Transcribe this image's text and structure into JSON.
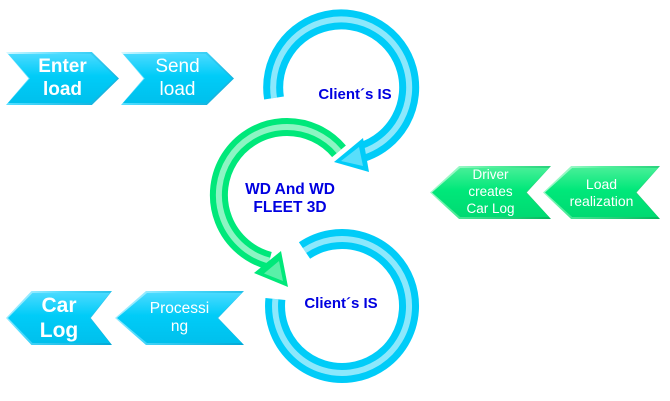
{
  "background": "#ffffff",
  "colors": {
    "cyan": "#00ccf8",
    "cyan_highlight": "#9beeff",
    "green": "#00e87a",
    "green_highlight": "#a9f8cb",
    "label_blue": "#0000e0",
    "arrow_text": "#ffffff"
  },
  "process_arrows": {
    "enter_load": {
      "label": "Enter\nload"
    },
    "send_load": {
      "label": "Send\nload"
    },
    "driver_creates_car_log": {
      "label": "Driver\ncreates\nCar Log"
    },
    "load_realization": {
      "label": "Load\nrealization"
    },
    "car_log": {
      "label": "Car\nLog"
    },
    "processing": {
      "label": "Processi\nng"
    }
  },
  "cycles": {
    "top": {
      "label": "Client´s IS"
    },
    "middle": {
      "label": "WD And WD\nFLEET 3D"
    },
    "bottom": {
      "label": "Client´s IS"
    }
  }
}
